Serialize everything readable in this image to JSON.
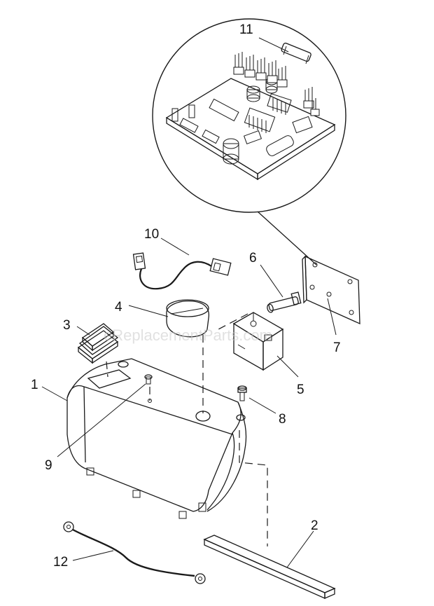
{
  "watermark": "eReplacementParts.com",
  "callouts": {
    "p1": "1",
    "p2": "2",
    "p3": "3",
    "p4": "4",
    "p5": "5",
    "p6": "6",
    "p7": "7",
    "p8": "8",
    "p9": "9",
    "p10": "10",
    "p11": "11",
    "p12": "12"
  }
}
